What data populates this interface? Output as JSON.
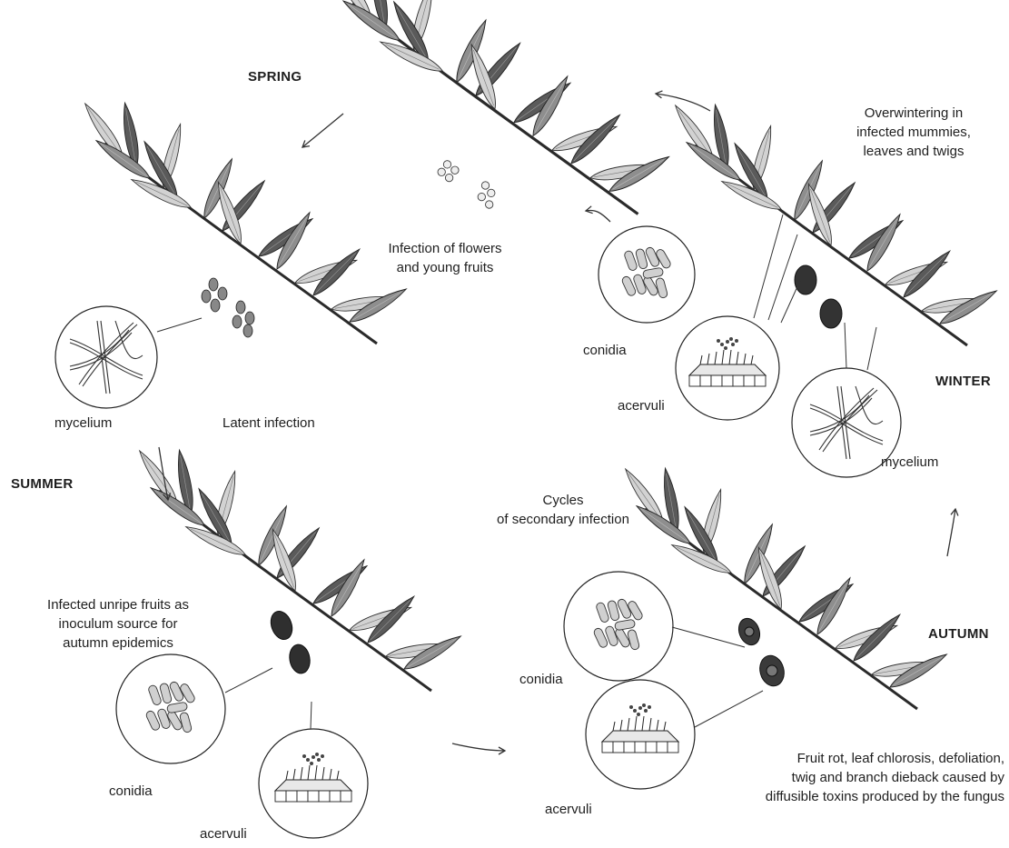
{
  "seasons": {
    "spring": "SPRING",
    "summer": "SUMMER",
    "autumn": "AUTUMN",
    "winter": "WINTER"
  },
  "labels": {
    "overwintering": [
      "Overwintering in",
      "infected mummies,",
      "leaves and twigs"
    ],
    "infection_flowers": [
      "Infection of flowers",
      "and young fruits"
    ],
    "latent": "Latent infection",
    "secondary": [
      "Cycles",
      "of secondary infection"
    ],
    "unripe": [
      "Infected unripe fruits as",
      "inoculum source for",
      "autumn epidemics"
    ],
    "symptoms": [
      "Fruit rot, leaf chlorosis, defoliation,",
      "twig and branch dieback caused by",
      "diffusible toxins produced by the fungus"
    ]
  },
  "structures": {
    "mycelium": "mycelium",
    "conidia": "conidia",
    "acervuli": "acervuli"
  },
  "icons": [
    "olive-branch-icon",
    "conidia-circle-icon",
    "acervuli-circle-icon",
    "mycelium-circle-icon",
    "cycle-arrow-icon"
  ],
  "colors": {
    "ink": "#1e1e1e",
    "leaf_dark": "#4a4a4a",
    "leaf_light": "#c9c9c9",
    "fruit": "#2f2f2f"
  }
}
